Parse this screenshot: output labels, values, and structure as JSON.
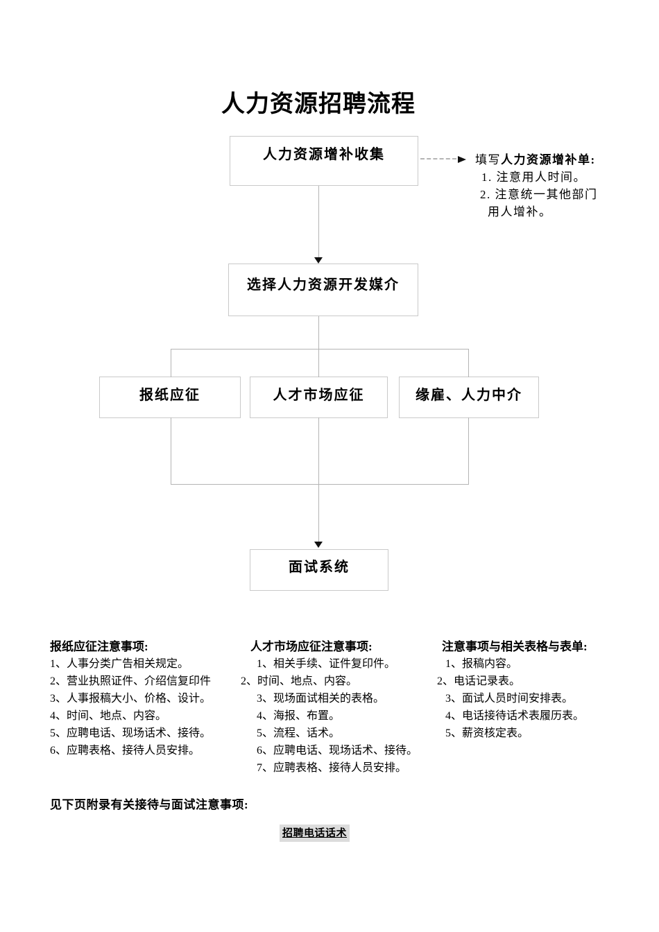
{
  "title": "人力资源招聘流程",
  "flowchart": {
    "box_collect": "人力资源增补收集",
    "box_media": "选择人力资源开发媒介",
    "box_newspaper": "报纸应征",
    "box_market": "人才市场应征",
    "box_agency": "缘雇、人力中介",
    "box_interview": "面试系统",
    "side_note": {
      "prefix": "填写",
      "title": "人力资源增补单:",
      "lines": [
        "1. 注意用人时间。",
        "2. 注意统一其他部门",
        "用人增补。"
      ]
    }
  },
  "columns": [
    {
      "header": "报纸应征注意事项:",
      "items": [
        "1、人事分类广告相关规定。",
        "2、营业执照证件、介绍信复印件",
        "3、人事报稿大小、价格、设计。",
        "4、时间、地点、内容。",
        "5、应聘电话、现场话术、接待。",
        "6、应聘表格、接待人员安排。"
      ]
    },
    {
      "header": "人才市场应征注意事项:",
      "items": [
        "1、相关手续、证件复印件。",
        "2、时间、地点、内容。",
        "3、现场面试相关的表格。",
        "4、海报、布置。",
        "5、流程、话术。",
        "6、应聘电话、现场话术、接待。",
        "7、应聘表格、接待人员安排。"
      ]
    },
    {
      "header": "注意事项与相关表格与表单:",
      "items": [
        "1、报稿内容。",
        "2、电话记录表。",
        "3、面试人员时间安排表。",
        "4、电话接待话术表履历表。",
        "5、薪资核定表。"
      ]
    }
  ],
  "footer": {
    "note": "见下页附录有关接待与面试注意事项:",
    "link": "招聘电话话术"
  },
  "colors": {
    "connector_line": "#b4b4b4",
    "box_border": "#c9c9c9",
    "arrow": "#111111",
    "link_background": "#dcdcdc",
    "text": "#000000"
  }
}
